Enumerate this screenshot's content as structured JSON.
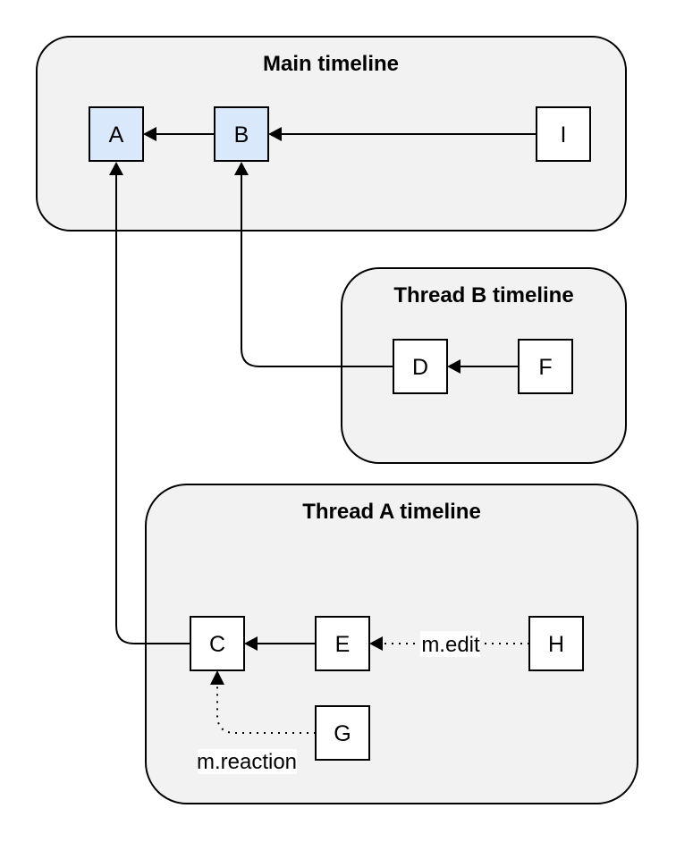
{
  "diagram": {
    "kind": "event-relation-diagram",
    "containers": [
      {
        "id": "main",
        "title": "Main timeline"
      },
      {
        "id": "thread_b",
        "title": "Thread B timeline"
      },
      {
        "id": "thread_a",
        "title": "Thread A timeline"
      }
    ],
    "nodes": [
      {
        "id": "A",
        "label": "A",
        "container": "main",
        "highlighted": true
      },
      {
        "id": "B",
        "label": "B",
        "container": "main",
        "highlighted": true
      },
      {
        "id": "I",
        "label": "I",
        "container": "main",
        "highlighted": false
      },
      {
        "id": "D",
        "label": "D",
        "container": "thread_b",
        "highlighted": false
      },
      {
        "id": "F",
        "label": "F",
        "container": "thread_b",
        "highlighted": false
      },
      {
        "id": "C",
        "label": "C",
        "container": "thread_a",
        "highlighted": false
      },
      {
        "id": "E",
        "label": "E",
        "container": "thread_a",
        "highlighted": false
      },
      {
        "id": "H",
        "label": "H",
        "container": "thread_a",
        "highlighted": false
      },
      {
        "id": "G",
        "label": "G",
        "container": "thread_a",
        "highlighted": false
      }
    ],
    "edges": [
      {
        "from": "B",
        "to": "A",
        "style": "solid",
        "label": ""
      },
      {
        "from": "I",
        "to": "B",
        "style": "solid",
        "label": ""
      },
      {
        "from": "F",
        "to": "D",
        "style": "solid",
        "label": ""
      },
      {
        "from": "D",
        "to": "B",
        "style": "solid",
        "label": ""
      },
      {
        "from": "E",
        "to": "C",
        "style": "solid",
        "label": ""
      },
      {
        "from": "C",
        "to": "A",
        "style": "solid",
        "label": ""
      },
      {
        "from": "H",
        "to": "E",
        "style": "dotted",
        "label": "m.edit"
      },
      {
        "from": "G",
        "to": "C",
        "style": "dotted",
        "label": "m.reaction"
      }
    ],
    "colors": {
      "background": "#ffffff",
      "container_fill": "#f2f2f2",
      "container_stroke": "#000000",
      "node_fill": "#ffffff",
      "node_highlight_fill": "#dae8fc",
      "node_stroke": "#000000",
      "edge_stroke": "#000000",
      "label_bg": "#ffffff",
      "text": "#000000"
    }
  }
}
